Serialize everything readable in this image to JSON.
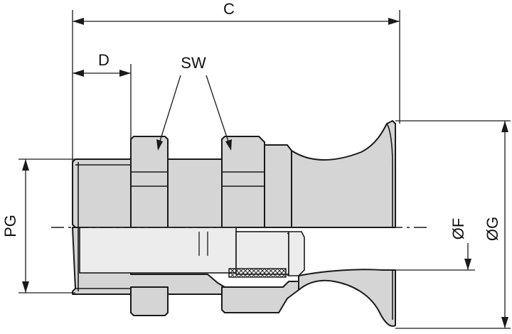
{
  "labels": {
    "C": "C",
    "D": "D",
    "SW": "SW",
    "PG": "PG",
    "F": "ØF",
    "G": "ØG"
  }
}
